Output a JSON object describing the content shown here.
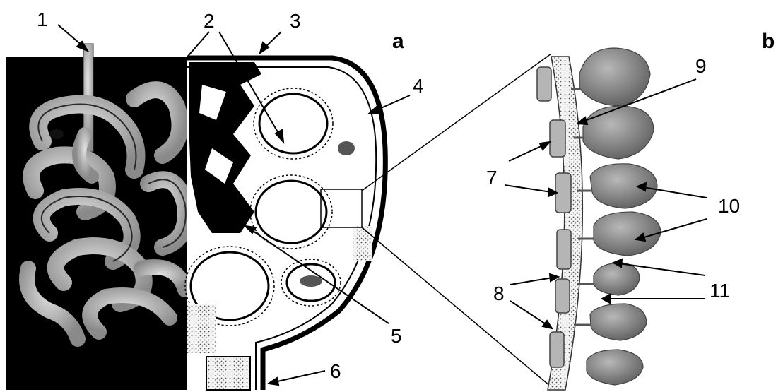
{
  "colors": {
    "ink": "#000000",
    "paper": "#ffffff",
    "tissue": "#8c8c8c",
    "podocyte": "#7a7a7a"
  },
  "panels": {
    "a": "a",
    "b": "b"
  },
  "labels": [
    "1",
    "2",
    "3",
    "4",
    "5",
    "6",
    "7",
    "8",
    "9",
    "10",
    "11"
  ]
}
